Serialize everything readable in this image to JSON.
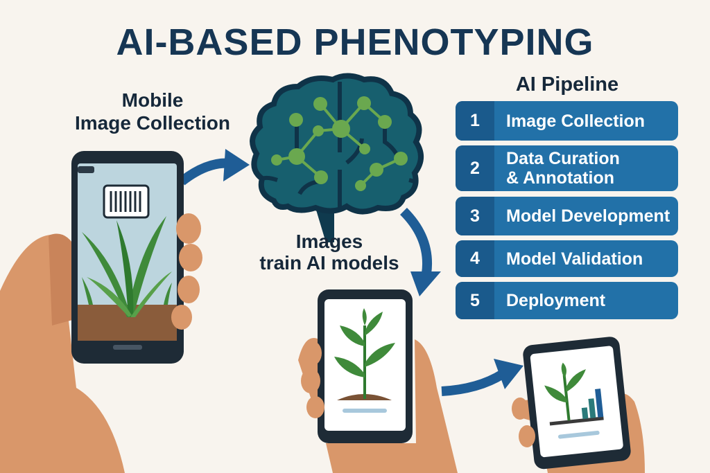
{
  "title": "AI-BASED PHENOTYPING",
  "mobile_label": {
    "line1": "Mobile",
    "line2": "Image Collection"
  },
  "images_label": {
    "line1": "Images",
    "line2": "train AI models"
  },
  "pipeline": {
    "title": "AI Pipeline",
    "steps": [
      {
        "num": "1",
        "line1": "Image Collection"
      },
      {
        "num": "2",
        "line1": "Data Curation",
        "line2": "& Annotation"
      },
      {
        "num": "3",
        "line1": "Model Development"
      },
      {
        "num": "4",
        "line1": "Model Validation"
      },
      {
        "num": "5",
        "line1": "Deployment"
      }
    ]
  },
  "colors": {
    "background": "#f8f4ee",
    "title": "#163654",
    "step_bg": "#2271a8",
    "step_num_bg": "#1a5a8c",
    "brain": "#175f6e",
    "node": "#6aa84f",
    "arrow": "#1f5d96",
    "skin": "#d9976a"
  }
}
